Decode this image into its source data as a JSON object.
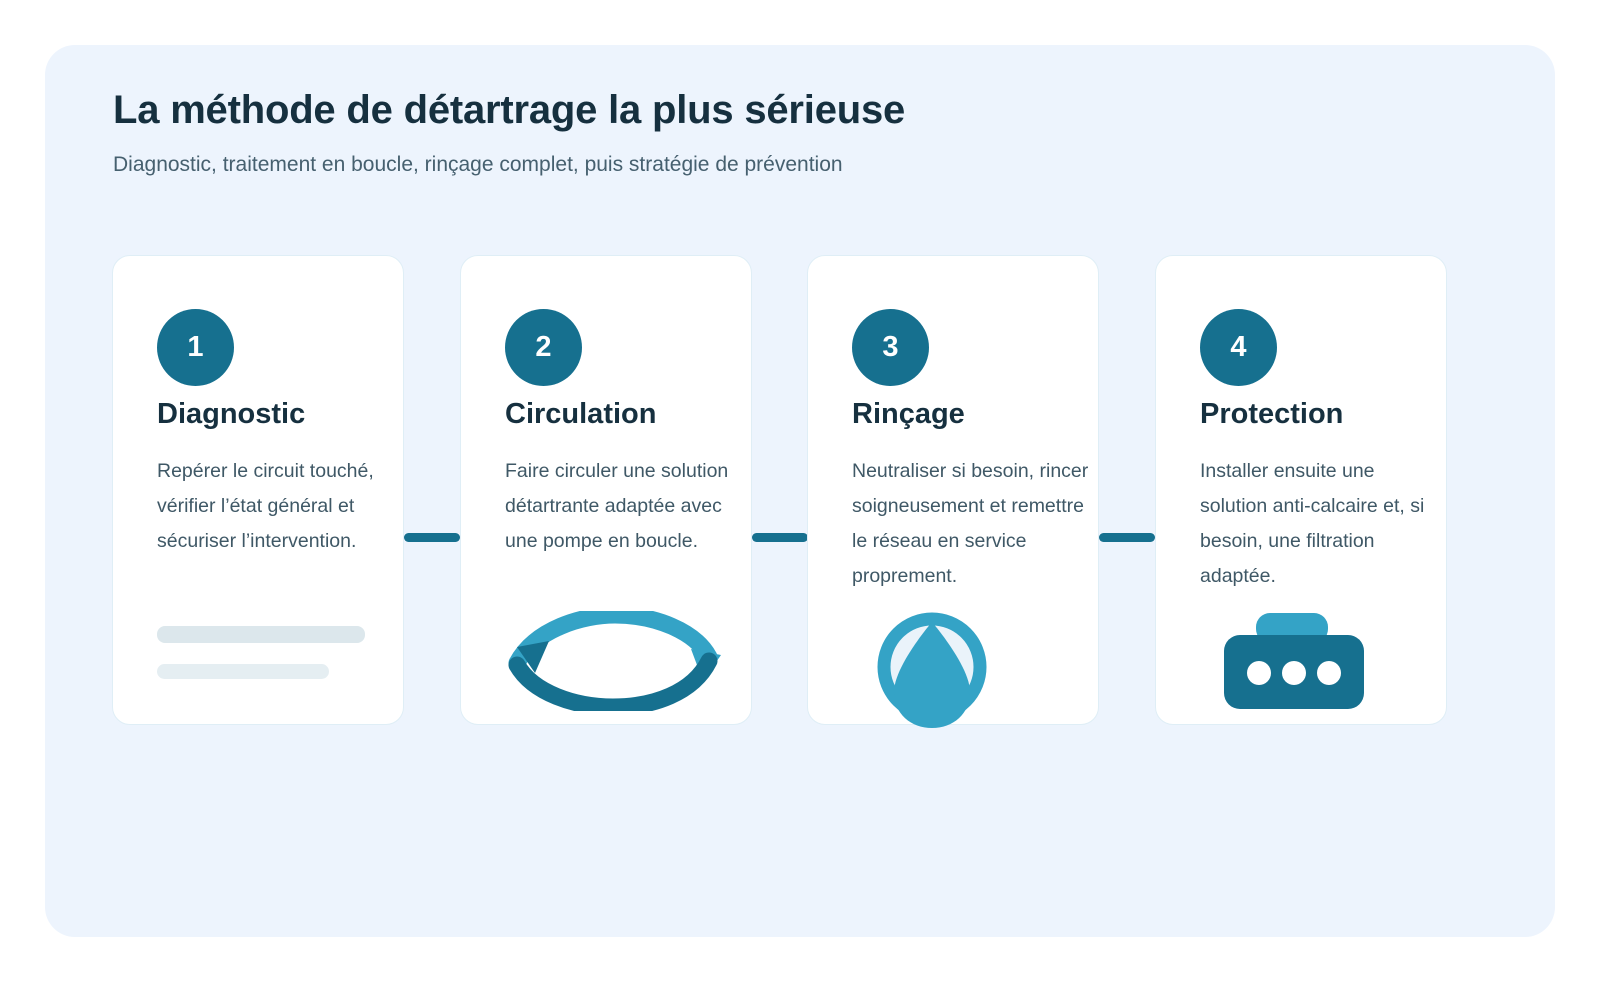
{
  "header": {
    "title": "La méthode de détartrage la plus sérieuse",
    "subtitle": "Diagnostic, traitement en boucle, rinçage complet, puis stratégie de prévention"
  },
  "colors": {
    "panel_background": "#edf4fd",
    "page_background": "#ffffff",
    "card_background": "#ffffff",
    "card_border": "#dfeef6",
    "badge": "#16708f",
    "connector": "#16708f",
    "heading": "#16303f",
    "body_text": "#3f5866",
    "icon_dark": "#16708f",
    "icon_light": "#34a3c6",
    "skeleton_dark": "#dce7ec",
    "skeleton_light": "#e5eef2"
  },
  "steps": [
    {
      "number": "1",
      "title": "Diagnostic",
      "text": "Repérer le circuit touché, vérifier l’état général et sécuriser l’intervention.",
      "icon": "skeleton-lines-icon"
    },
    {
      "number": "2",
      "title": "Circulation",
      "text": "Faire circuler une solution détartrante adaptée avec une pompe en boucle.",
      "icon": "circulation-loop-arrows-icon"
    },
    {
      "number": "3",
      "title": "Rinçage",
      "text": "Neutraliser si besoin, rincer soigneusement et remettre le réseau en service proprement.",
      "icon": "water-droplet-icon"
    },
    {
      "number": "4",
      "title": "Protection",
      "text": "Installer ensuite une solution anti-calcaire et, si besoin, une filtration adaptée.",
      "icon": "water-filter-cartridge-icon"
    }
  ],
  "connectors": [
    "step-1-to-2",
    "step-2-to-3",
    "step-3-to-4"
  ]
}
